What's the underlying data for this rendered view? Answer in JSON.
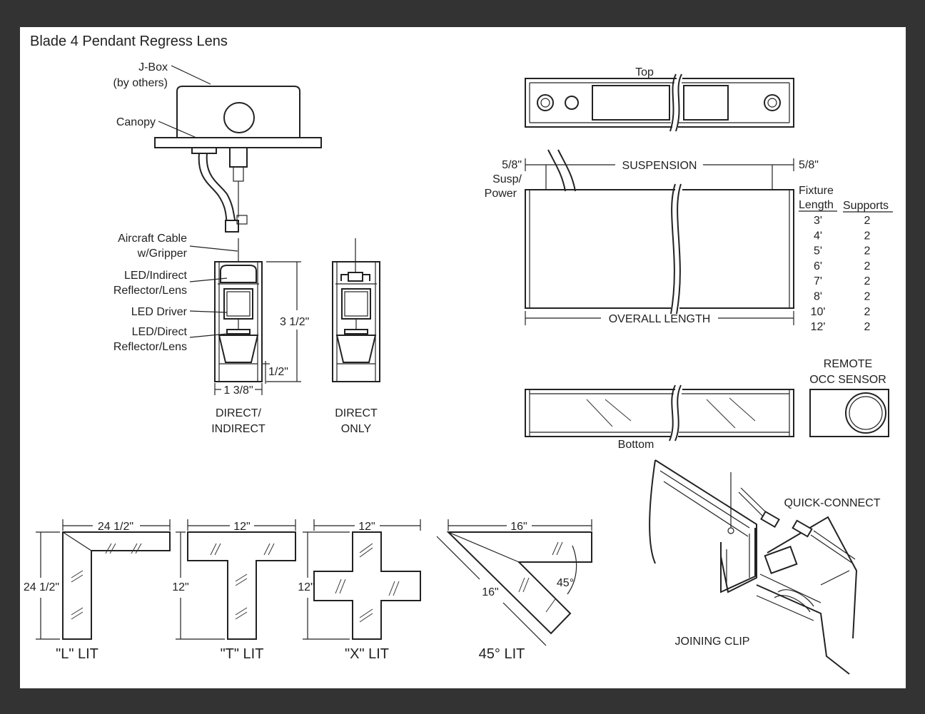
{
  "title": "Blade 4 Pendant Regress Lens",
  "callouts": {
    "jbox": "J-Box",
    "jbox_sub": "(by others)",
    "canopy": "Canopy",
    "aircraft_cable": "Aircraft Cable",
    "aircraft_cable_sub": "w/Gripper",
    "led_indirect": "LED/Indirect",
    "led_indirect_sub": "Reflector/Lens",
    "led_driver": "LED Driver",
    "led_direct": "LED/Direct",
    "led_direct_sub": "Reflector/Lens"
  },
  "dimensions": {
    "height": "3 1/2\"",
    "lens_height": "1/2\"",
    "width": "1 3/8\"",
    "susp_offset_left": "5/8\"",
    "susp_offset_right": "5/8\"",
    "susp_power_1": "Susp/",
    "susp_power_2": "Power",
    "suspension": "SUSPENSION",
    "overall_length": "OVERALL LENGTH"
  },
  "sections": {
    "direct_indirect_1": "DIRECT/",
    "direct_indirect_2": "INDIRECT",
    "direct_only_1": "DIRECT",
    "direct_only_2": "ONLY"
  },
  "views": {
    "top": "Top",
    "bottom": "Bottom",
    "remote_sensor_1": "REMOTE",
    "remote_sensor_2": "OCC SENSOR",
    "quick_connect": "QUICK-CONNECT",
    "joining_clip": "JOINING CLIP"
  },
  "supports_table": {
    "header_length_1": "Fixture",
    "header_length_2": "Length",
    "header_supports": "Supports",
    "rows": [
      {
        "length": "3'",
        "supports": "2"
      },
      {
        "length": "4'",
        "supports": "2"
      },
      {
        "length": "5'",
        "supports": "2"
      },
      {
        "length": "6'",
        "supports": "2"
      },
      {
        "length": "7'",
        "supports": "2"
      },
      {
        "length": "8'",
        "supports": "2"
      },
      {
        "length": "10'",
        "supports": "2"
      },
      {
        "length": "12'",
        "supports": "2"
      }
    ]
  },
  "configurations": {
    "l_lit": {
      "label": "\"L\" LIT",
      "top_dim": "24 1/2\"",
      "side_dim": "24 1/2\""
    },
    "t_lit": {
      "label": "\"T\" LIT",
      "top_dim": "12\"",
      "side_dim": "12\""
    },
    "x_lit": {
      "label": "\"X\" LIT",
      "top_dim": "12\"",
      "side_dim": "12\""
    },
    "angle_lit": {
      "label": "45° LIT",
      "top_dim": "16\"",
      "side_dim": "16\"",
      "angle": "45°"
    }
  }
}
